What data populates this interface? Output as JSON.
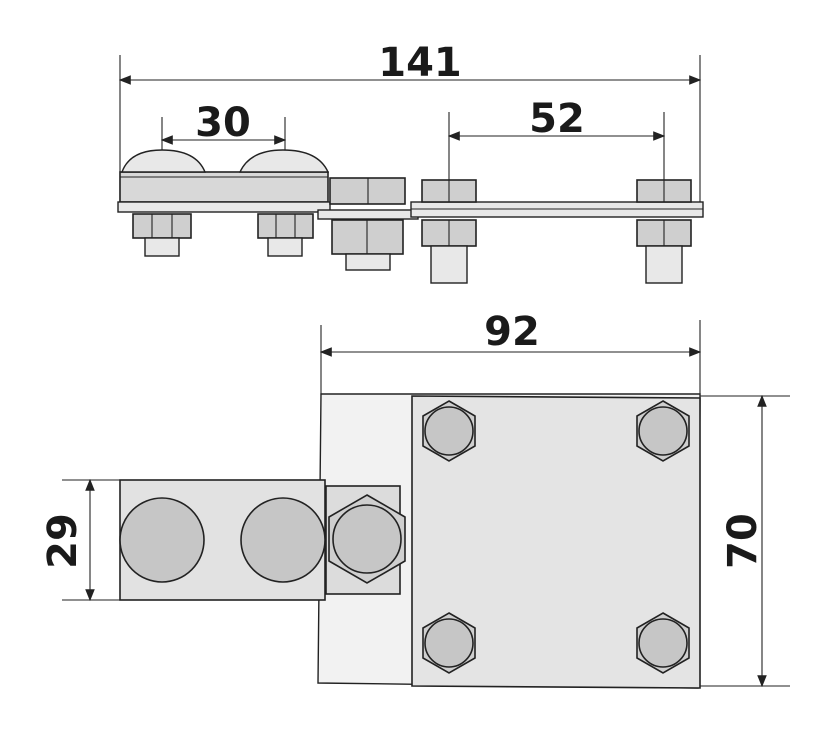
{
  "dimensions": {
    "top_total_length": "141",
    "top_left_spacing": "30",
    "top_right_spacing": "52",
    "bottom_width": "92",
    "left_height": "29",
    "right_height": "70"
  }
}
